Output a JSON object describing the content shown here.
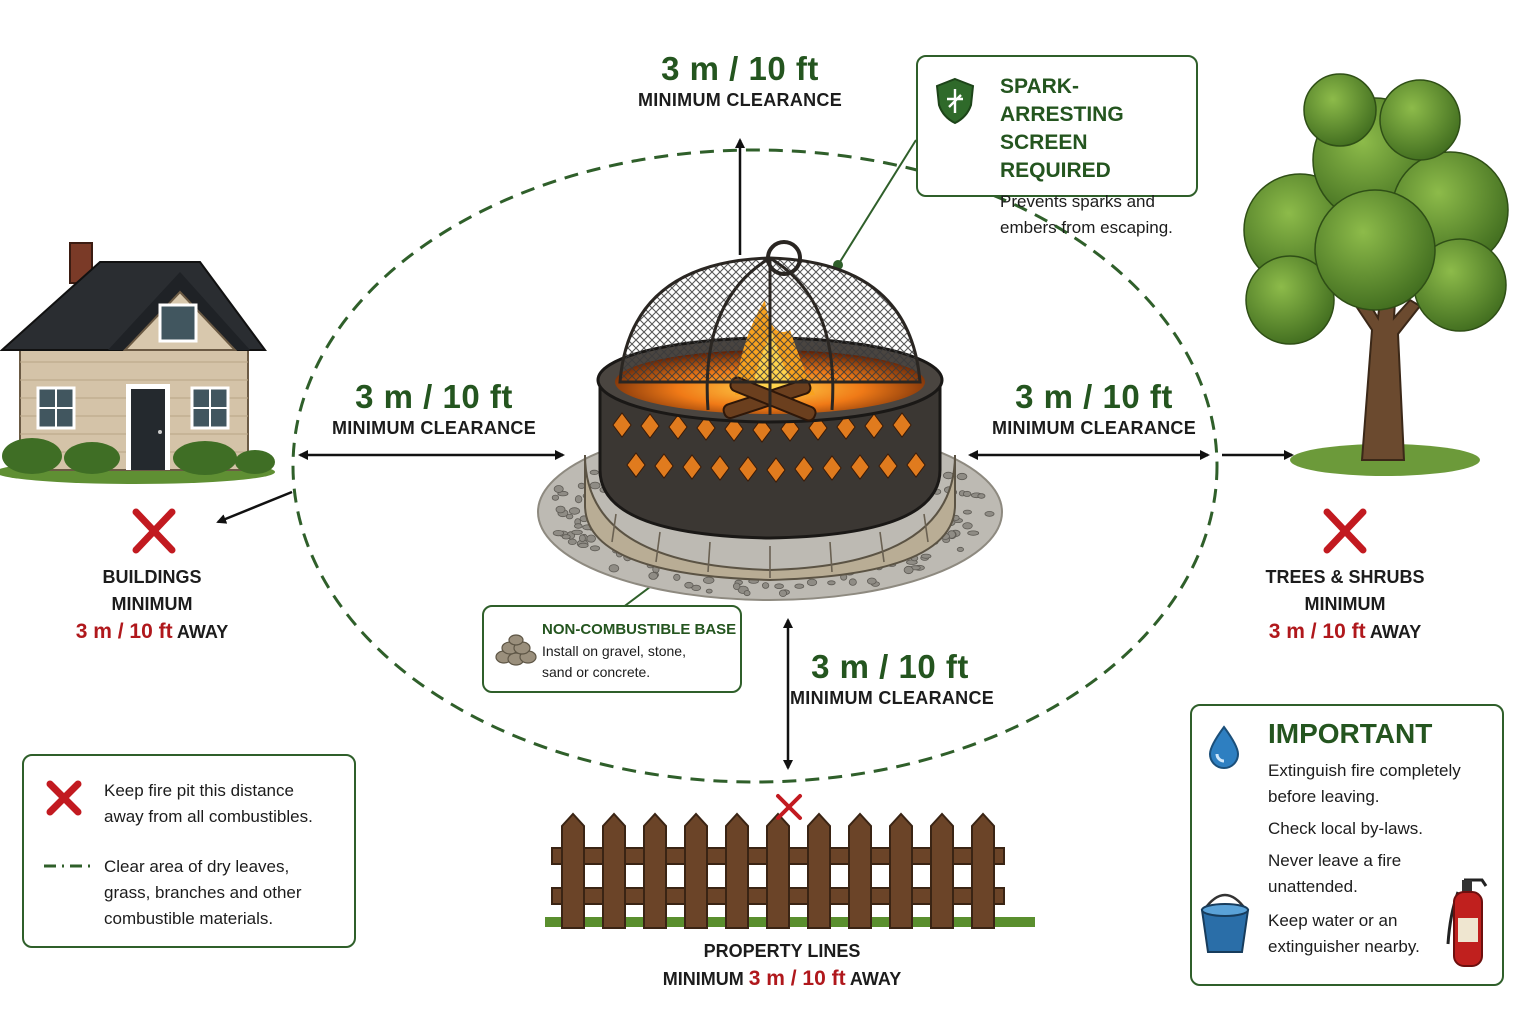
{
  "clearance": {
    "distance": "3 m / 10 ft",
    "label": "MINIMUM CLEARANCE"
  },
  "callouts": {
    "spark": {
      "title_line1": "SPARK-ARRESTING",
      "title_line2": "SCREEN REQUIRED",
      "text_line1": "Prevents sparks and",
      "text_line2": "embers from escaping.",
      "icon": "shield-icon"
    },
    "base": {
      "title": "NON-COMBUSTIBLE BASE",
      "text_line1": "Install on gravel, stone,",
      "text_line2": "sand or concrete.",
      "icon": "stones-icon"
    }
  },
  "targets": {
    "buildings": {
      "name": "BUILDINGS",
      "minimum": "MINIMUM",
      "distance": "3 m / 10 ft",
      "away": "AWAY"
    },
    "trees": {
      "name": "TREES & SHRUBS",
      "minimum": "MINIMUM",
      "distance": "3 m / 10 ft",
      "away": "AWAY"
    },
    "property": {
      "name": "PROPERTY LINES",
      "minimum": "MINIMUM",
      "distance": "3 m / 10 ft",
      "away": "AWAY"
    }
  },
  "legend": {
    "item1_line1": "Keep fire pit this distance",
    "item1_line2": "away from all combustibles.",
    "item2_line1": "Clear area of dry leaves,",
    "item2_line2": "grass, branches and other",
    "item2_line3": "combustible materials."
  },
  "important": {
    "title": "IMPORTANT",
    "line1": "Extinguish fire completely",
    "line2": "before leaving.",
    "line3": "Check local by-laws.",
    "line4": "Never leave a fire",
    "line5": "unattended.",
    "line6": "Keep water or an",
    "line7": "extinguisher nearby."
  },
  "colors": {
    "accent_green": "#24551f",
    "warning_red": "#b0181c",
    "dashed_line": "#2f5f2a",
    "fence_brown": "#5a3a22",
    "tree_green": "#4f7d28",
    "water_blue": "#2e7fc1"
  }
}
